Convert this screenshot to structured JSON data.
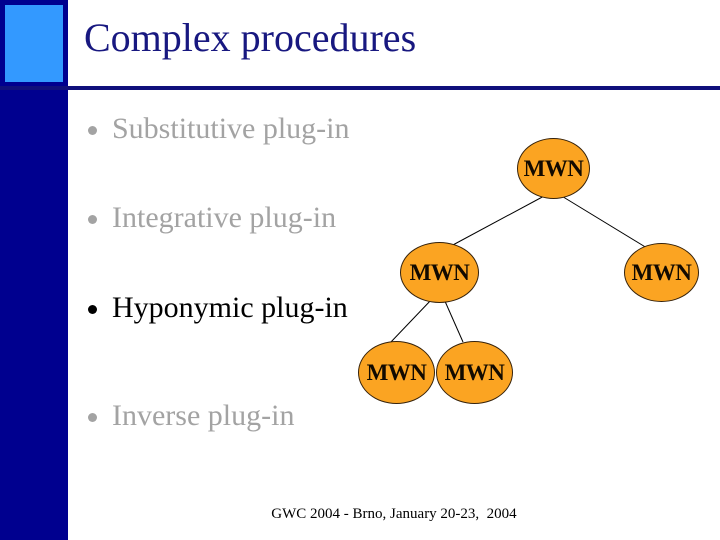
{
  "slide": {
    "title": "Complex procedures",
    "bullets": [
      {
        "label": "Substitutive plug-in",
        "state": "dimmed"
      },
      {
        "label": "Integrative plug-in",
        "state": "dimmed"
      },
      {
        "label": "Hyponymic plug-in",
        "state": "active"
      },
      {
        "label": "Inverse plug-in",
        "state": "dimmed"
      }
    ],
    "diagram": {
      "type": "tree",
      "nodes": [
        {
          "id": "root",
          "label": "MWN"
        },
        {
          "id": "child-left",
          "label": "MWN"
        },
        {
          "id": "child-right",
          "label": "MWN"
        },
        {
          "id": "grandchild-1",
          "label": "MWN"
        },
        {
          "id": "grandchild-2",
          "label": "MWN"
        }
      ],
      "edges": [
        [
          "root",
          "child-left"
        ],
        [
          "root",
          "child-right"
        ],
        [
          "child-left",
          "grandchild-1"
        ],
        [
          "child-left",
          "grandchild-2"
        ]
      ]
    },
    "footer": "GWC 2004 - Brno, January 20-23,  2004",
    "colors": {
      "navy": "#00008F",
      "square_blue": "#3399FF",
      "rule": "#10107B",
      "title_navy": "#181880",
      "dimmed_gray": "#A3A3A3",
      "ink": "#000000",
      "node_fill": "#FBA422",
      "node_stroke": "#36220A"
    }
  }
}
